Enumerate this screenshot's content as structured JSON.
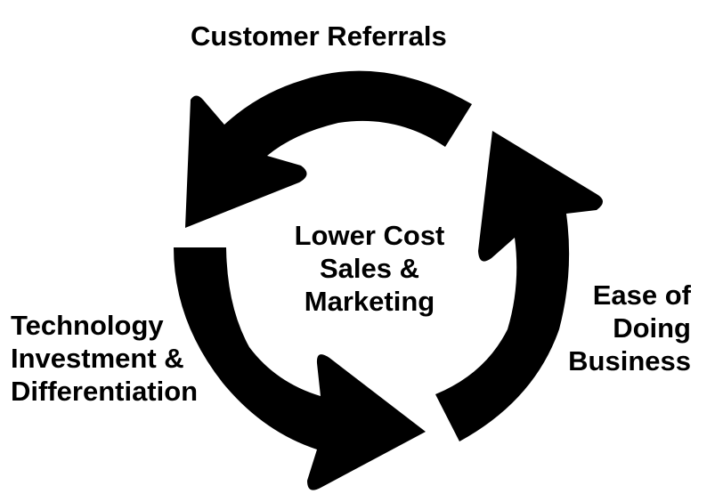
{
  "diagram": {
    "type": "cycle",
    "direction": "counter-clockwise",
    "arrow_color": "#000000",
    "text_color": "#000000",
    "background": "#ffffff",
    "center_label": [
      "Lower Cost",
      "Sales &",
      "Marketing"
    ],
    "nodes": [
      {
        "id": "customer-referrals",
        "position": "top",
        "lines": [
          "Customer Referrals"
        ]
      },
      {
        "id": "technology",
        "position": "left",
        "lines": [
          "Technology",
          "Investment &",
          "Differentiation"
        ]
      },
      {
        "id": "ease",
        "position": "right",
        "lines": [
          "Ease of",
          "Doing",
          "Business"
        ]
      }
    ],
    "arrows": [
      {
        "from": "right",
        "to": "left-top",
        "label": "arc-top"
      },
      {
        "from": "bottom",
        "to": "top-right",
        "label": "arc-right"
      },
      {
        "from": "left",
        "to": "bottom",
        "label": "arc-bottom-left"
      }
    ]
  }
}
